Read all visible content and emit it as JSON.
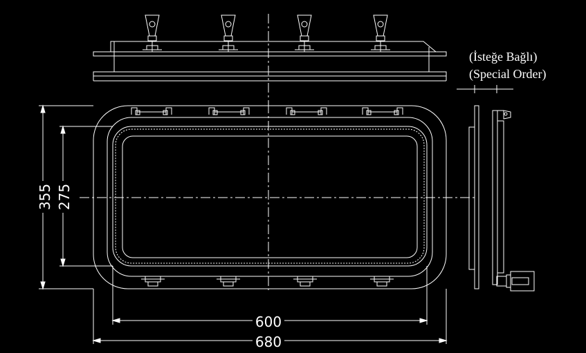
{
  "dimensions": {
    "outer_height": "355",
    "inner_height": "275",
    "inner_width": "600",
    "outer_width": "680"
  },
  "note": {
    "line1": "(İsteğe Bağlı)",
    "line2": "(Special Order)"
  },
  "colors": {
    "background": "#000000",
    "lines": "#ffffff"
  }
}
